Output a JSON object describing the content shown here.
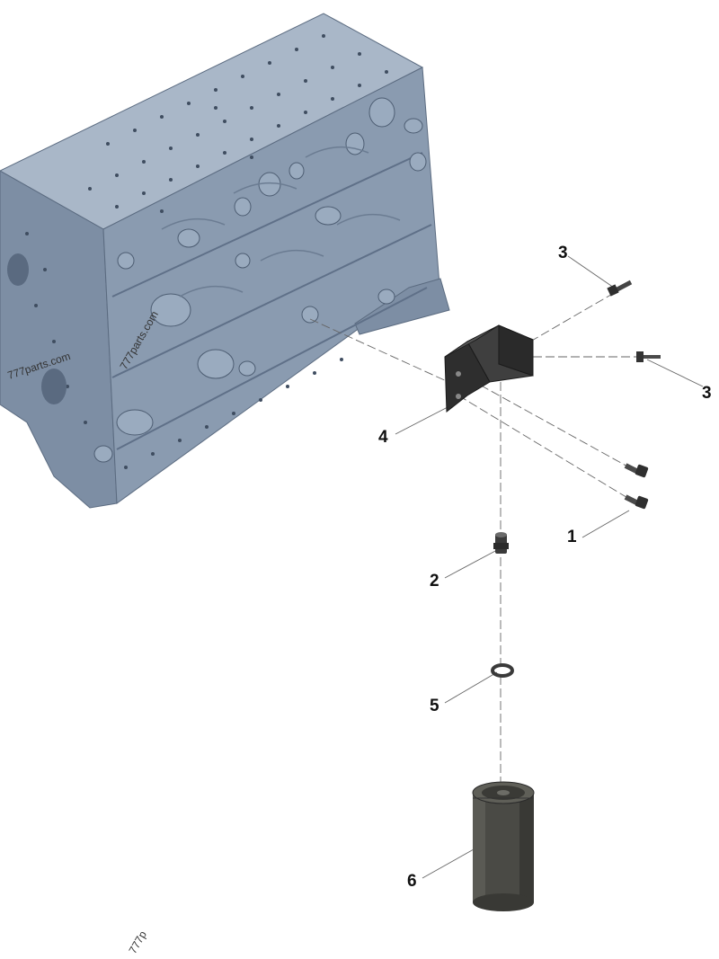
{
  "watermarks": {
    "left": "777parts.com",
    "rotated": "777parts.com",
    "bottom": "777p"
  },
  "callouts": [
    {
      "id": "callout-1",
      "label": "1"
    },
    {
      "id": "callout-2",
      "label": "2"
    },
    {
      "id": "callout-3-top",
      "label": "3"
    },
    {
      "id": "callout-3-right",
      "label": "3"
    },
    {
      "id": "callout-4",
      "label": "4"
    },
    {
      "id": "callout-5",
      "label": "5"
    },
    {
      "id": "callout-6",
      "label": "6"
    }
  ],
  "colors": {
    "engine_block": "#8a9bb0",
    "engine_dark": "#6f8097",
    "engine_light": "#a9b7c8",
    "part_dark": "#3a3a3a",
    "filter_body": "#4a4a45",
    "leader_line": "#555555"
  }
}
